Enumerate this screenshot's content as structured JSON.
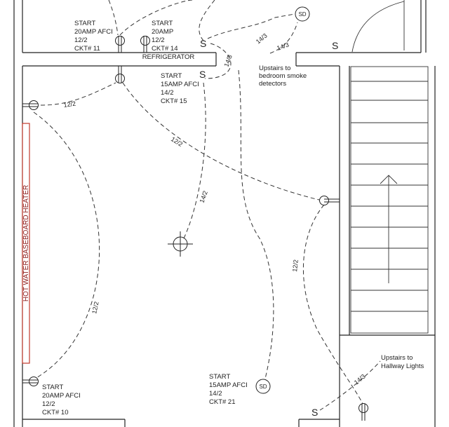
{
  "rooms": {
    "refrigerator": "REFRIGERATOR",
    "heater": "HOT WATER BASEBOARD HEATER"
  },
  "circuits": {
    "ckt11": [
      "START",
      "20AMP AFCI",
      "12/2",
      "CKT# 11"
    ],
    "ckt14": [
      "START",
      "20AMP",
      "12/2",
      "CKT#  14"
    ],
    "ckt15": [
      "START",
      "15AMP AFCI",
      "14/2",
      "CKT# 15"
    ],
    "ckt10": [
      "START",
      "20AMP AFCI",
      "12/2",
      "CKT# 10"
    ],
    "ckt21": [
      "START",
      "15AMP AFCI",
      "14/2",
      "CKT#  21"
    ]
  },
  "notes": {
    "smoke": [
      "Upstairs to",
      "bedroom smoke",
      "detectors"
    ],
    "hallway": [
      "Upstairs to",
      "Hallway Lights"
    ]
  },
  "wire_labels": {
    "w1": "12/2",
    "w2": "12/2",
    "w3": "14/2",
    "w4": "12/2",
    "w5": "12/2",
    "w6": "14/3",
    "w7": "14/3",
    "w8": "14/3",
    "w9": "14/3"
  },
  "switches": {
    "s1": "S",
    "s2": "S",
    "s3": "S",
    "s4": "S"
  },
  "smoke_detectors": {
    "sd1": "SD",
    "sd2": "SD"
  }
}
